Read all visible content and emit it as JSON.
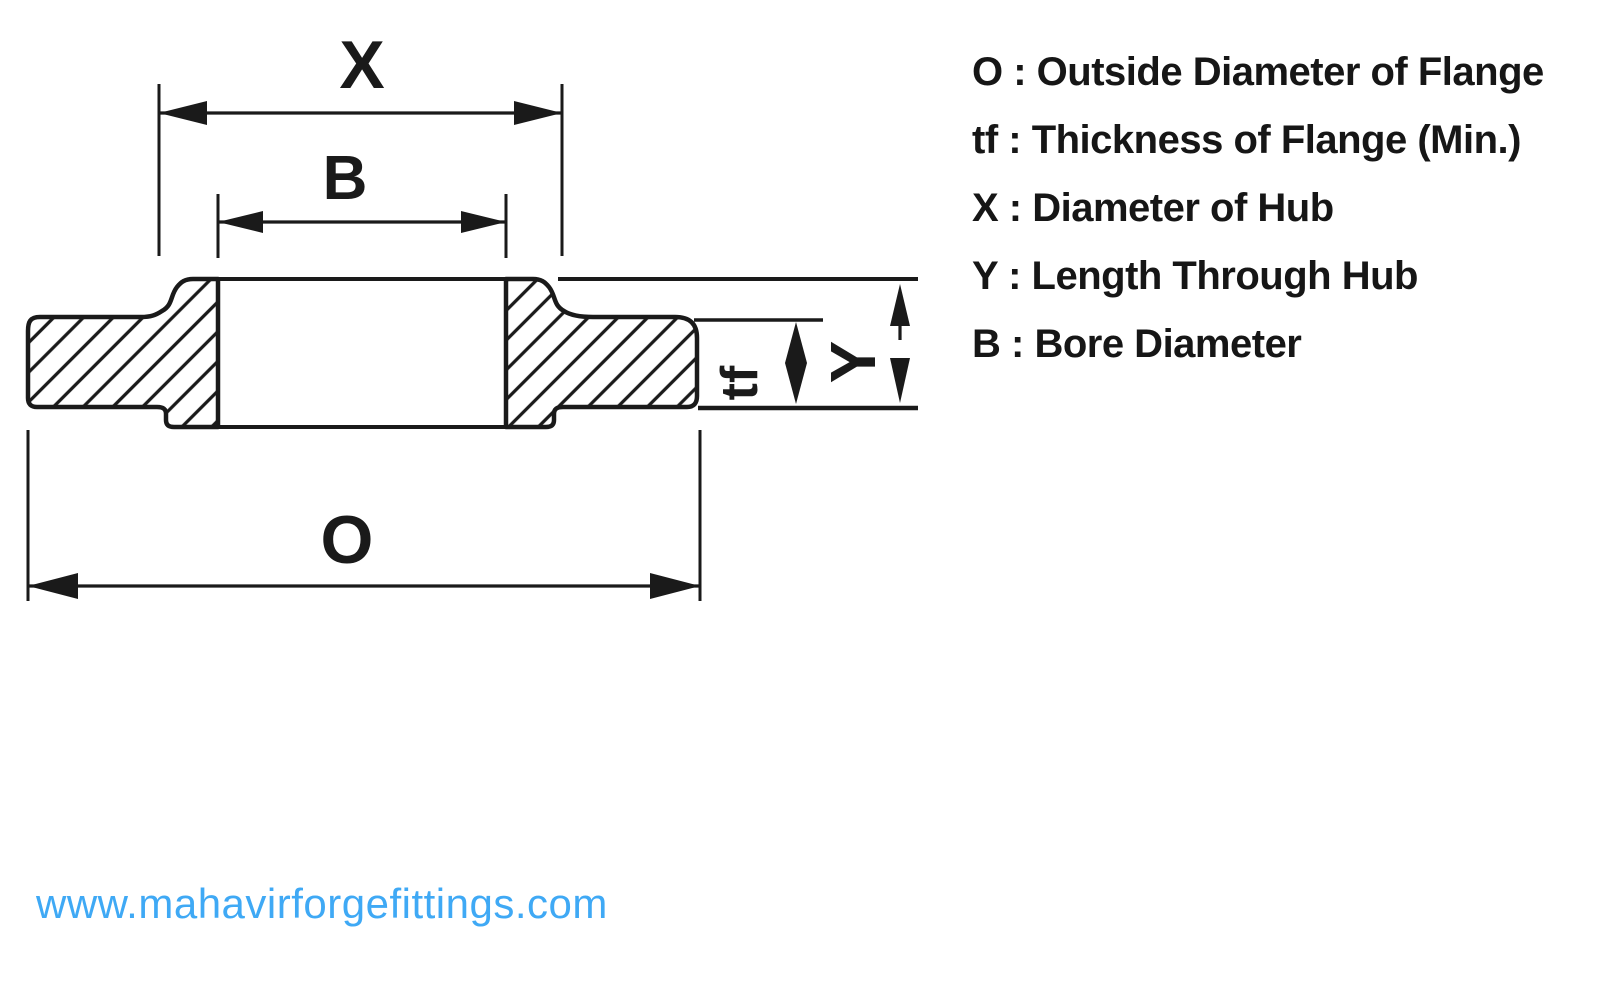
{
  "diagram": {
    "dimension_labels": {
      "hub_diameter": "X",
      "bore_diameter": "B",
      "outside_diameter": "O",
      "flange_thickness": "tf",
      "length_through_hub": "Y"
    }
  },
  "legend": {
    "separator": " : ",
    "items": [
      {
        "symbol": "O",
        "description": "Outside Diameter of Flange"
      },
      {
        "symbol": "tf",
        "description": "Thickness of Flange (Min.)"
      },
      {
        "symbol": "X",
        "description": "Diameter of Hub"
      },
      {
        "symbol": "Y",
        "description": "Length Through Hub"
      },
      {
        "symbol": "B",
        "description": "Bore Diameter"
      }
    ]
  },
  "footer": {
    "website_url": "www.mahavirforgefittings.com"
  },
  "colors": {
    "ink": "#1a1a1a",
    "link_blue": "#3FA9F5",
    "background": "#ffffff"
  }
}
